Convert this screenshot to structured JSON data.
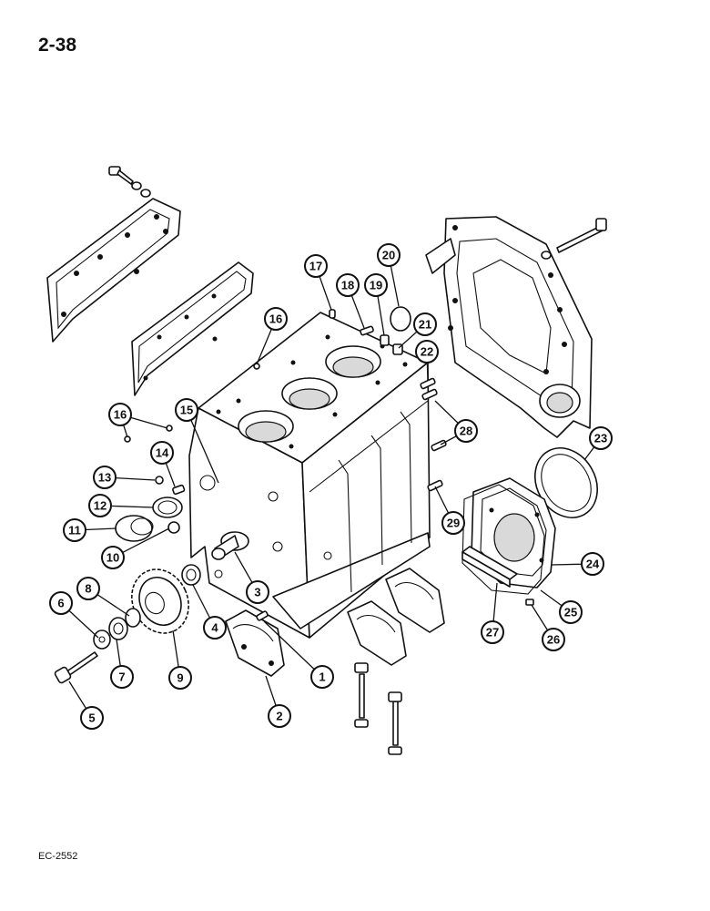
{
  "page": {
    "number": "2-38",
    "figure_code": "EC-2552"
  },
  "callouts": [
    {
      "id": "1",
      "label": "1"
    },
    {
      "id": "2",
      "label": "2"
    },
    {
      "id": "3",
      "label": "3"
    },
    {
      "id": "4",
      "label": "4"
    },
    {
      "id": "5",
      "label": "5"
    },
    {
      "id": "6",
      "label": "6"
    },
    {
      "id": "7",
      "label": "7"
    },
    {
      "id": "8",
      "label": "8"
    },
    {
      "id": "9",
      "label": "9"
    },
    {
      "id": "10",
      "label": "10"
    },
    {
      "id": "11",
      "label": "11"
    },
    {
      "id": "12",
      "label": "12"
    },
    {
      "id": "13",
      "label": "13"
    },
    {
      "id": "14",
      "label": "14"
    },
    {
      "id": "15",
      "label": "15"
    },
    {
      "id": "16a",
      "label": "16"
    },
    {
      "id": "16b",
      "label": "16"
    },
    {
      "id": "17",
      "label": "17"
    },
    {
      "id": "18",
      "label": "18"
    },
    {
      "id": "19",
      "label": "19"
    },
    {
      "id": "20",
      "label": "20"
    },
    {
      "id": "21",
      "label": "21"
    },
    {
      "id": "22",
      "label": "22"
    },
    {
      "id": "23",
      "label": "23"
    },
    {
      "id": "24",
      "label": "24"
    },
    {
      "id": "25",
      "label": "25"
    },
    {
      "id": "26",
      "label": "26"
    },
    {
      "id": "27",
      "label": "27"
    },
    {
      "id": "28",
      "label": "28"
    },
    {
      "id": "29",
      "label": "29"
    }
  ]
}
